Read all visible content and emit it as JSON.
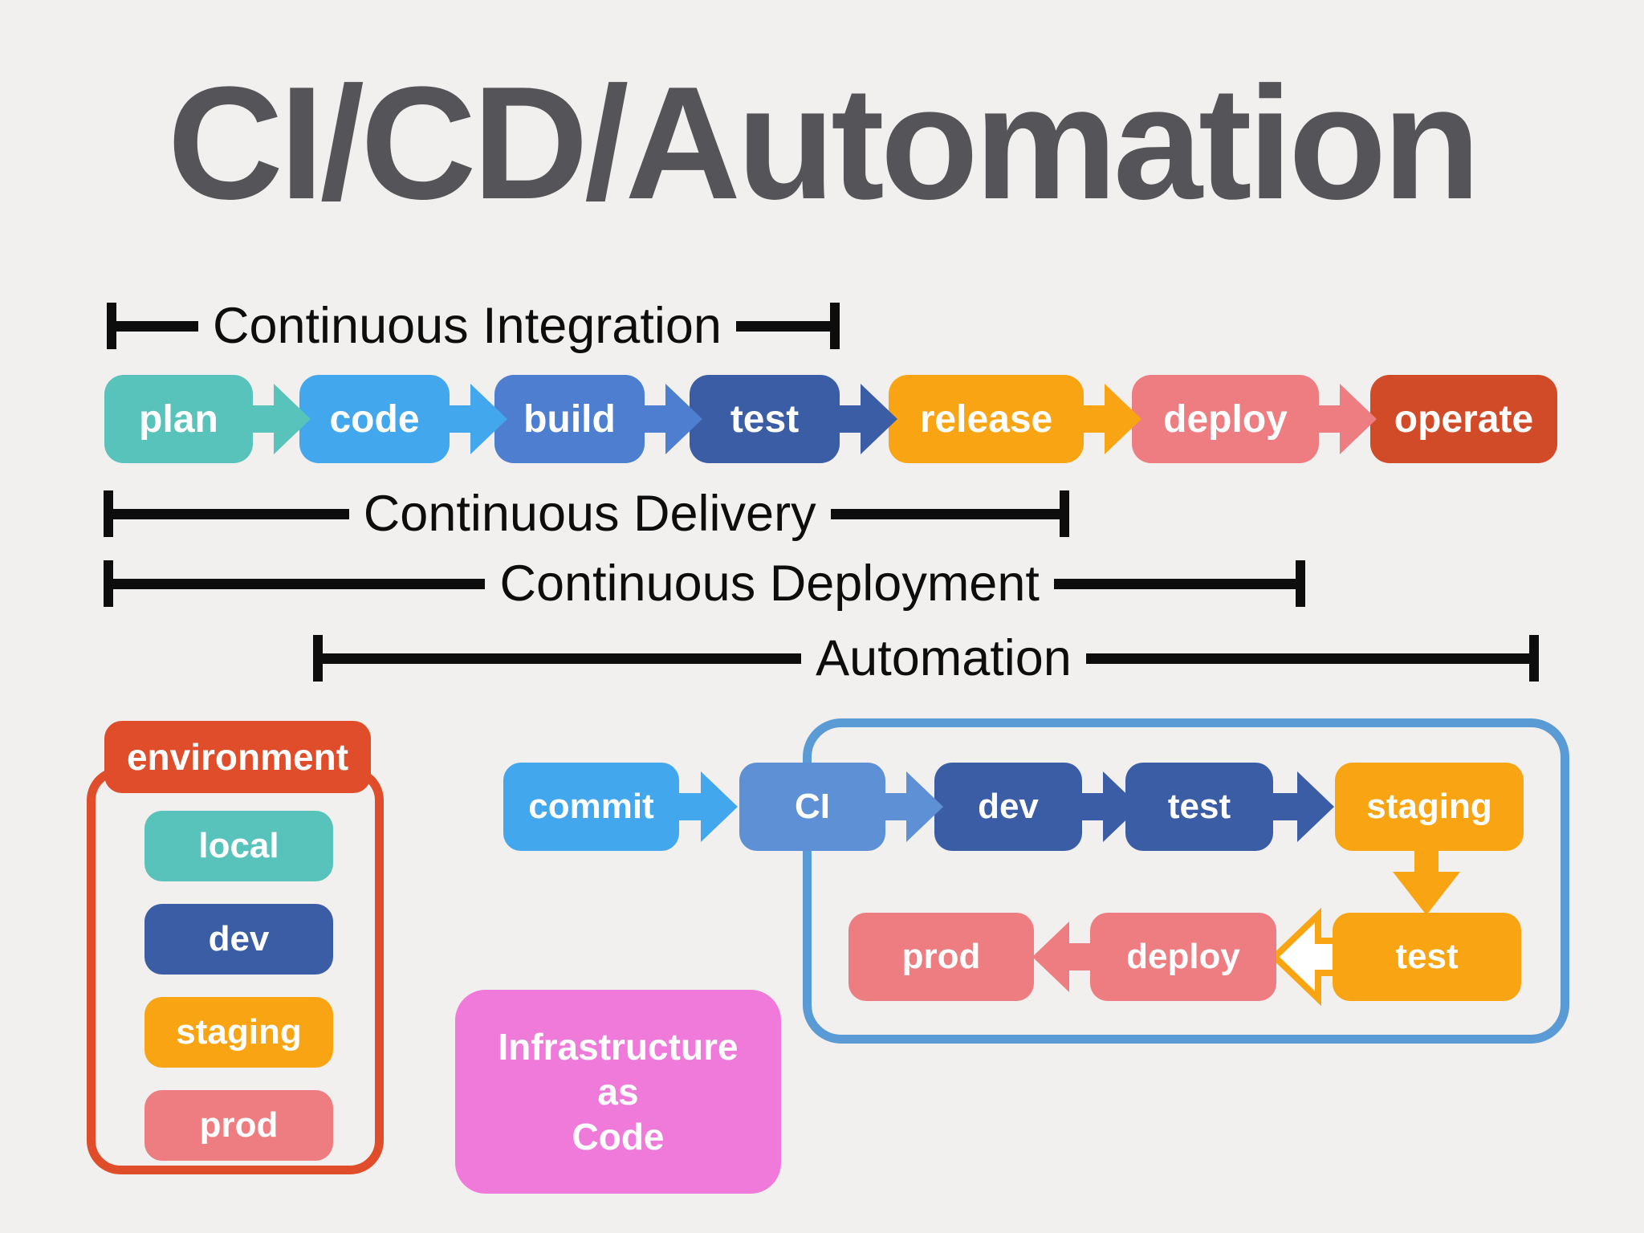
{
  "title": "CI/CD/Automation",
  "colors": {
    "background": "#f1f0ee",
    "title_text": "#555458",
    "bracket_line": "#0d0d0d",
    "teal": "#58c3bb",
    "light_blue": "#43a7ee",
    "medium_blue": "#4d7ecf",
    "ci_blue": "#5e90d5",
    "dark_blue": "#3a5da6",
    "orange": "#f9a513",
    "salmon": "#ee7d82",
    "red_orange": "#d24b28",
    "environment_red": "#e04d2a",
    "pink": "#f07ad9",
    "automation_panel_blue": "#5b9bd5",
    "box_text": "#ffffff"
  },
  "brackets": {
    "integration": "Continuous Integration",
    "delivery": "Continuous Delivery",
    "deployment": "Continuous Deployment",
    "automation": "Automation"
  },
  "pipeline": {
    "stages": [
      {
        "label": "plan"
      },
      {
        "label": "code"
      },
      {
        "label": "build"
      },
      {
        "label": "test"
      },
      {
        "label": "release"
      },
      {
        "label": "deploy"
      },
      {
        "label": "operate"
      }
    ]
  },
  "environment": {
    "title": "environment",
    "items": [
      {
        "label": "local"
      },
      {
        "label": "dev"
      },
      {
        "label": "staging"
      },
      {
        "label": "prod"
      }
    ]
  },
  "infrastructure_as_code": {
    "lines": [
      "Infrastructure",
      "as",
      "Code"
    ]
  },
  "automation_flow": {
    "top_row": [
      {
        "label": "commit"
      },
      {
        "label": "CI"
      },
      {
        "label": "dev"
      },
      {
        "label": "test"
      },
      {
        "label": "staging"
      }
    ],
    "bottom_row": [
      {
        "label": "prod"
      },
      {
        "label": "deploy"
      },
      {
        "label": "test"
      }
    ]
  }
}
